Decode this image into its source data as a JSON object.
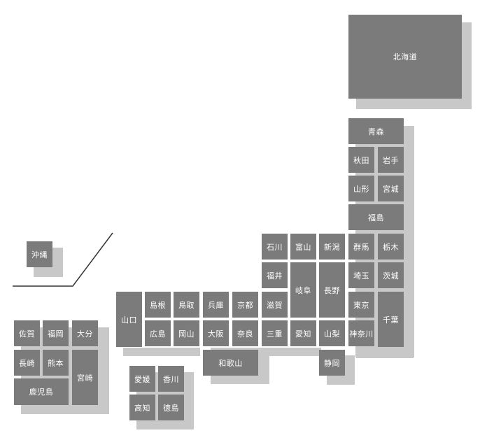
{
  "map": {
    "prefectures": {
      "hokkaido": "北海道",
      "aomori": "青森",
      "akita": "秋田",
      "iwate": "岩手",
      "yamagata": "山形",
      "miyagi": "宮城",
      "fukushima": "福島",
      "ishikawa": "石川",
      "toyama": "富山",
      "niigata": "新潟",
      "gunma": "群馬",
      "tochigi": "栃木",
      "fukui": "福井",
      "gifu": "岐阜",
      "nagano": "長野",
      "saitama": "埼玉",
      "ibaraki": "茨城",
      "yamaguchi": "山口",
      "shimane": "島根",
      "tottori": "鳥取",
      "hyogo": "兵庫",
      "kyoto": "京都",
      "shiga": "滋賀",
      "tokyo": "東京",
      "chiba": "千葉",
      "hiroshima": "広島",
      "okayama": "岡山",
      "osaka": "大阪",
      "nara": "奈良",
      "mie": "三重",
      "aichi": "愛知",
      "yamanashi": "山梨",
      "kanagawa": "神奈川",
      "wakayama": "和歌山",
      "shizuoka": "静岡",
      "ehime": "愛媛",
      "kagawa": "香川",
      "kochi": "高知",
      "tokushima": "徳島",
      "saga": "佐賀",
      "fukuoka": "福岡",
      "oita": "大分",
      "nagasaki": "長崎",
      "kumamoto": "熊本",
      "miyazaki": "宮崎",
      "kagoshima": "鹿児島",
      "okinawa": "沖縄"
    },
    "colors": {
      "tile": "#7b7b7b",
      "shadow": "#c8c8c8",
      "line": "#333333",
      "text": "#ffffff"
    }
  }
}
